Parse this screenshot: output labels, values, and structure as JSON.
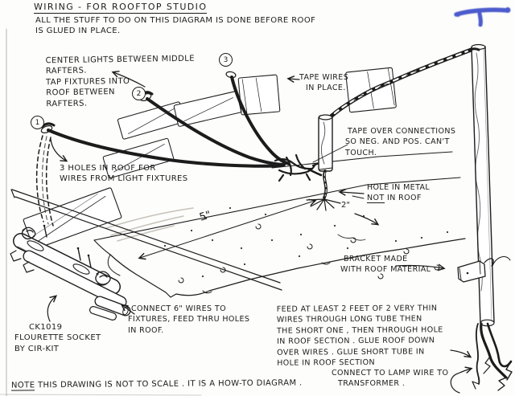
{
  "page": {
    "title": "WIRING - FOR ROOFTOP STUDIO",
    "intro_line1": "ALL THE STUFF TO DO ON THIS DIAGRAM IS DONE BEFORE ROOF",
    "intro_line2": "IS GLUED IN PLACE."
  },
  "markers": {
    "one": "1",
    "two": "2",
    "three": "3"
  },
  "dimensions": {
    "roof_span": "5\"",
    "hole_offset": "2\""
  },
  "notes": {
    "center_lights": {
      "lines": [
        "CENTER LIGHTS BETWEEN MIDDLE",
        "RAFTERS.",
        "TAP FIXTURES INTO",
        "ROOF BETWEEN",
        "RAFTERS."
      ]
    },
    "tape_wires": {
      "lines": [
        "TAPE WIRES",
        "IN PLACE."
      ]
    },
    "tape_over": {
      "lines": [
        "TAPE OVER CONNECTIONS",
        "SO NEG. AND POS. CAN'T",
        "TOUCH."
      ]
    },
    "hole_metal": {
      "line1": "HOLE IN METAL",
      "not_word": "NOT",
      "line2_rest": " IN ROOF"
    },
    "three_holes": {
      "lines": [
        "3 HOLES IN ROOF FOR",
        "WIRES FROM LIGHT FIXTURES"
      ]
    },
    "bracket": {
      "lines": [
        "BRACKET MADE",
        "WITH ROOF MATERIAL"
      ]
    },
    "connect_fixtures": {
      "lines": [
        "CONNECT 6\" WIRES TO",
        "FIXTURES, FEED THRU HOLES",
        "IN ROOF."
      ]
    },
    "part_label": {
      "lines": [
        "CK1019",
        "FLOURETTE SOCKET",
        "BY CIR-KIT"
      ]
    },
    "feed": {
      "lines": [
        "FEED AT LEAST 2 FEET OF 2 VERY THIN",
        "WIRES THROUGH LONG TUBE THEN",
        "THE SHORT ONE , THEN THROUGH HOLE",
        "IN ROOF SECTION . GLUE ROOF DOWN",
        "OVER WIRES . GLUE SHORT TUBE IN",
        "HOLE IN ROOF SECTION"
      ]
    },
    "connect_lamp": {
      "lines": [
        "CONNECT TO LAMP WIRE TO",
        "TRANSFORMER ."
      ]
    }
  },
  "footer": {
    "note_label": "NOTE",
    "text": " THIS DRAWING IS NOT TO SCALE . IT IS A HOW-TO DIAGRAM ."
  },
  "colors": {
    "ink": "#1c1c1c",
    "blue_mark": "#2d3fc4",
    "paper": "#fdfdfb"
  }
}
